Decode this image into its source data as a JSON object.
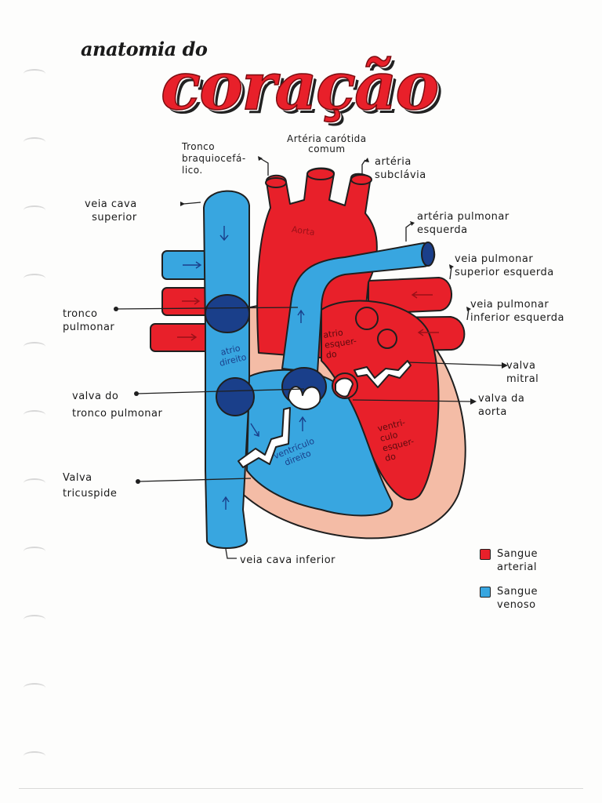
{
  "title": {
    "subtitle": "anatomia do",
    "main": "coração"
  },
  "labels": {
    "tronco_braquiocefalico": "Tronco\nbraquiocefá-\nlico.",
    "arteria_carotida": "Artéria carótida\ncomum",
    "arteria_subclavia": "artéria\nsubclávia",
    "veia_cava_superior": "veia cava\nsuperior",
    "arteria_pulmonar_esquerda": "artéria pulmonar\nesquerda",
    "veia_pulmonar_superior_esquerda": "veia pulmonar\nsuperior esquerda",
    "veia_pulmonar_inferior_esquerda": "veia pulmonar\ninferior esquerda",
    "tronco_pulmonar": "tronco\npulmonar",
    "valva_mitral": "valva\nmitral",
    "valva_tronco_pulmonar": "valva do\ntronco pulmonar",
    "valva_aorta": "valva da\naorta",
    "valva_tricuspide": "Valva\ntricuspide",
    "veia_cava_inferior": "veia cava inferior"
  },
  "inner_labels": {
    "aorta": "Aorta",
    "atrio_direito": "atrio\ndireito",
    "atrio_esquerdo": "atrio\nesquer-\ndo",
    "ventriculo_direito": "ventrículo\ndireito",
    "ventriculo_esquerdo": "ventri-\nculo\nesquer-\ndo"
  },
  "legend": [
    {
      "label": "Sangue\narterial",
      "color": "#e8202a"
    },
    {
      "label": "Sangue\nvenoso",
      "color": "#38a6e0"
    }
  ],
  "colors": {
    "arterial": "#e8202a",
    "venous": "#38a6e0",
    "dark_blue": "#1a3f8a",
    "muscle": "#f4bca6",
    "outline": "#1f1f1f"
  }
}
